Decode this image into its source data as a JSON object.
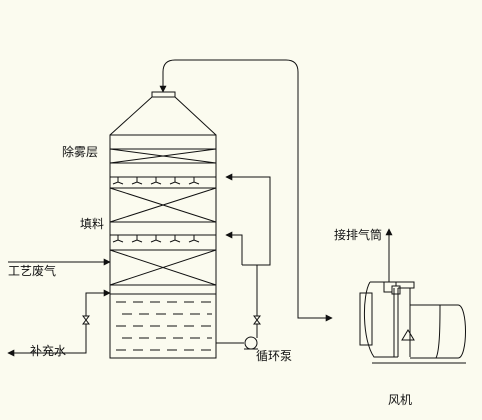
{
  "labels": {
    "mist_layer": "除雾层",
    "packing": "填料",
    "process_gas": "工艺废气",
    "makeup_water": "补充水",
    "circulation_pump": "循环泵",
    "exhaust_stack": "接排气筒",
    "fan": "风机"
  },
  "colors": {
    "line": "#111111",
    "background": "#fbfbef"
  }
}
